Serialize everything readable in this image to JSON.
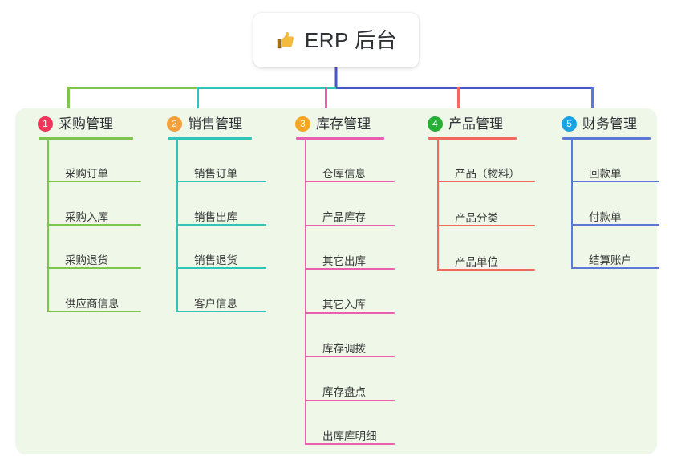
{
  "root": {
    "icon": "thumbs-up-icon",
    "title": "ERP 后台"
  },
  "colors": {
    "panel_background": "#eef7e8",
    "page_background": "#ffffff",
    "root_stem": "#4a55c8",
    "bus_left": "#18c3ab",
    "bus_right": "#4a55c8",
    "text": "#2f3136"
  },
  "columns": [
    {
      "number": "1",
      "title": "采购管理",
      "badge_color": "#f0365a",
      "line_color": "#7ec44f",
      "items": [
        "采购订单",
        "采购入库",
        "采购退货",
        "供应商信息"
      ]
    },
    {
      "number": "2",
      "title": "销售管理",
      "badge_color": "#f5a03a",
      "line_color": "#2fc5b8",
      "items": [
        "销售订单",
        "销售出库",
        "销售退货",
        "客户信息"
      ]
    },
    {
      "number": "3",
      "title": "库存管理",
      "badge_color": "#f5a623",
      "line_color": "#ea5fae",
      "items": [
        "仓库信息",
        "产品库存",
        "其它出库",
        "其它入库",
        "库存调拨",
        "库存盘点",
        "出库库明细"
      ]
    },
    {
      "number": "4",
      "title": "产品管理",
      "badge_color": "#27ae35",
      "line_color": "#f4695e",
      "items": [
        "产品（物料）",
        "产品分类",
        "产品单位"
      ]
    },
    {
      "number": "5",
      "title": "财务管理",
      "badge_color": "#1aa3e0",
      "line_color": "#5b78d8",
      "items": [
        "回款单",
        "付款单",
        "结算账户"
      ]
    }
  ]
}
